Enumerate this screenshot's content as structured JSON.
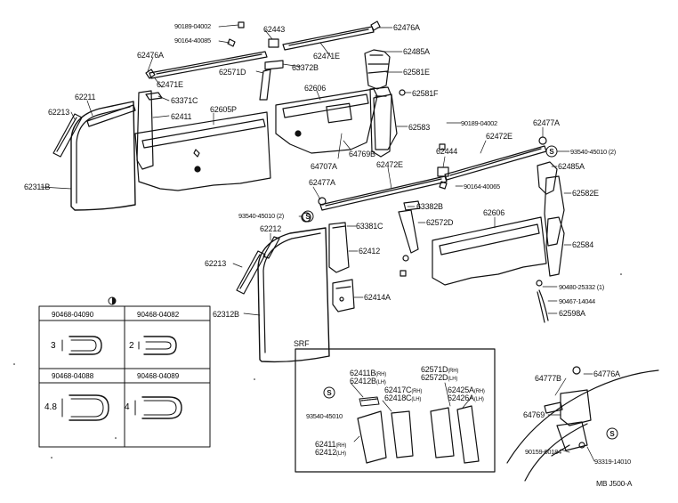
{
  "diagram_id": "MB J500-A",
  "labels": {
    "p90189_04002_top": "90189-04002",
    "p62443": "62443",
    "p62476A_top": "62476A",
    "p90164_40085": "90164-40085",
    "p62471E_topright": "62471E",
    "p62476A_left": "62476A",
    "p62485A_top": "62485A",
    "p62571D": "62571D",
    "p63372B": "63372B",
    "p62581E": "62581E",
    "p62471E_left": "62471E",
    "p62606_top": "62606",
    "p62581F": "62581F",
    "p62211": "62211",
    "p63371C": "63371C",
    "p62213_top": "62213",
    "p62411": "62411",
    "p62605P": "62605P",
    "p62583": "62583",
    "p90189_04002_mid": "90189-04002",
    "p62477A_right": "62477A",
    "p62472E_right": "62472E",
    "p62444": "62444",
    "p93540_45010_right": "93540-45010 (2)",
    "p64769B": "64769B",
    "p64707A": "64707A",
    "p62485A_right": "62485A",
    "p62311B": "62311B",
    "p62472E_mid": "62472E",
    "p62477A_mid": "62477A",
    "p90164_40065": "90164-40065",
    "p62582E": "62582E",
    "p63382B": "63382B",
    "p93540_45010_left": "93540-45010 (2)",
    "p63381C": "63381C",
    "p62572D": "62572D",
    "p62606_lower": "62606",
    "p62212": "62212",
    "p62412": "62412",
    "p62584": "62584",
    "p62213_lower": "62213",
    "p90480_25332": "90480-25332 (1)",
    "p62414A": "62414A",
    "p90467_14044": "90467-14044",
    "p62312B": "62312B",
    "p62598A": "62598A",
    "p64777B": "64777B",
    "p64776A": "64776A",
    "p64769": "64769",
    "p90159_60184": "90159-60184",
    "p93319_14010": "93319-14010",
    "srf_title": "SRF",
    "srf_62411B": "62411B",
    "srf_62411B_rh": "(RH)",
    "srf_62412B": "62412B",
    "srf_62412B_lh": "(LH)",
    "srf_62571D": "62571D",
    "srf_62571D_rh": "(RH)",
    "srf_62572D": "62572D",
    "srf_62572D_lh": "(LH)",
    "srf_62417C": "62417C",
    "srf_62417C_rh": "(RH)",
    "srf_62418C": "62418C",
    "srf_62418C_lh": "(LH)",
    "srf_62425A": "62425A",
    "srf_62425A_rh": "(RH)",
    "srf_62426A": "62426A",
    "srf_62426A_lh": "(LH)",
    "srf_93540_45010": "93540-45010",
    "srf_62411": "62411",
    "srf_62411_rh": "(RH)",
    "srf_62412": "62412",
    "srf_62412_lh": "(LH)"
  },
  "clip_table": {
    "cells": [
      {
        "part": "90468-04090",
        "dim": "3"
      },
      {
        "part": "90468-04082",
        "dim": "2"
      },
      {
        "part": "90468-04088",
        "dim": "4.8"
      },
      {
        "part": "90468-04089",
        "dim": "4"
      }
    ]
  },
  "symbols": {
    "s_mark": "S"
  }
}
